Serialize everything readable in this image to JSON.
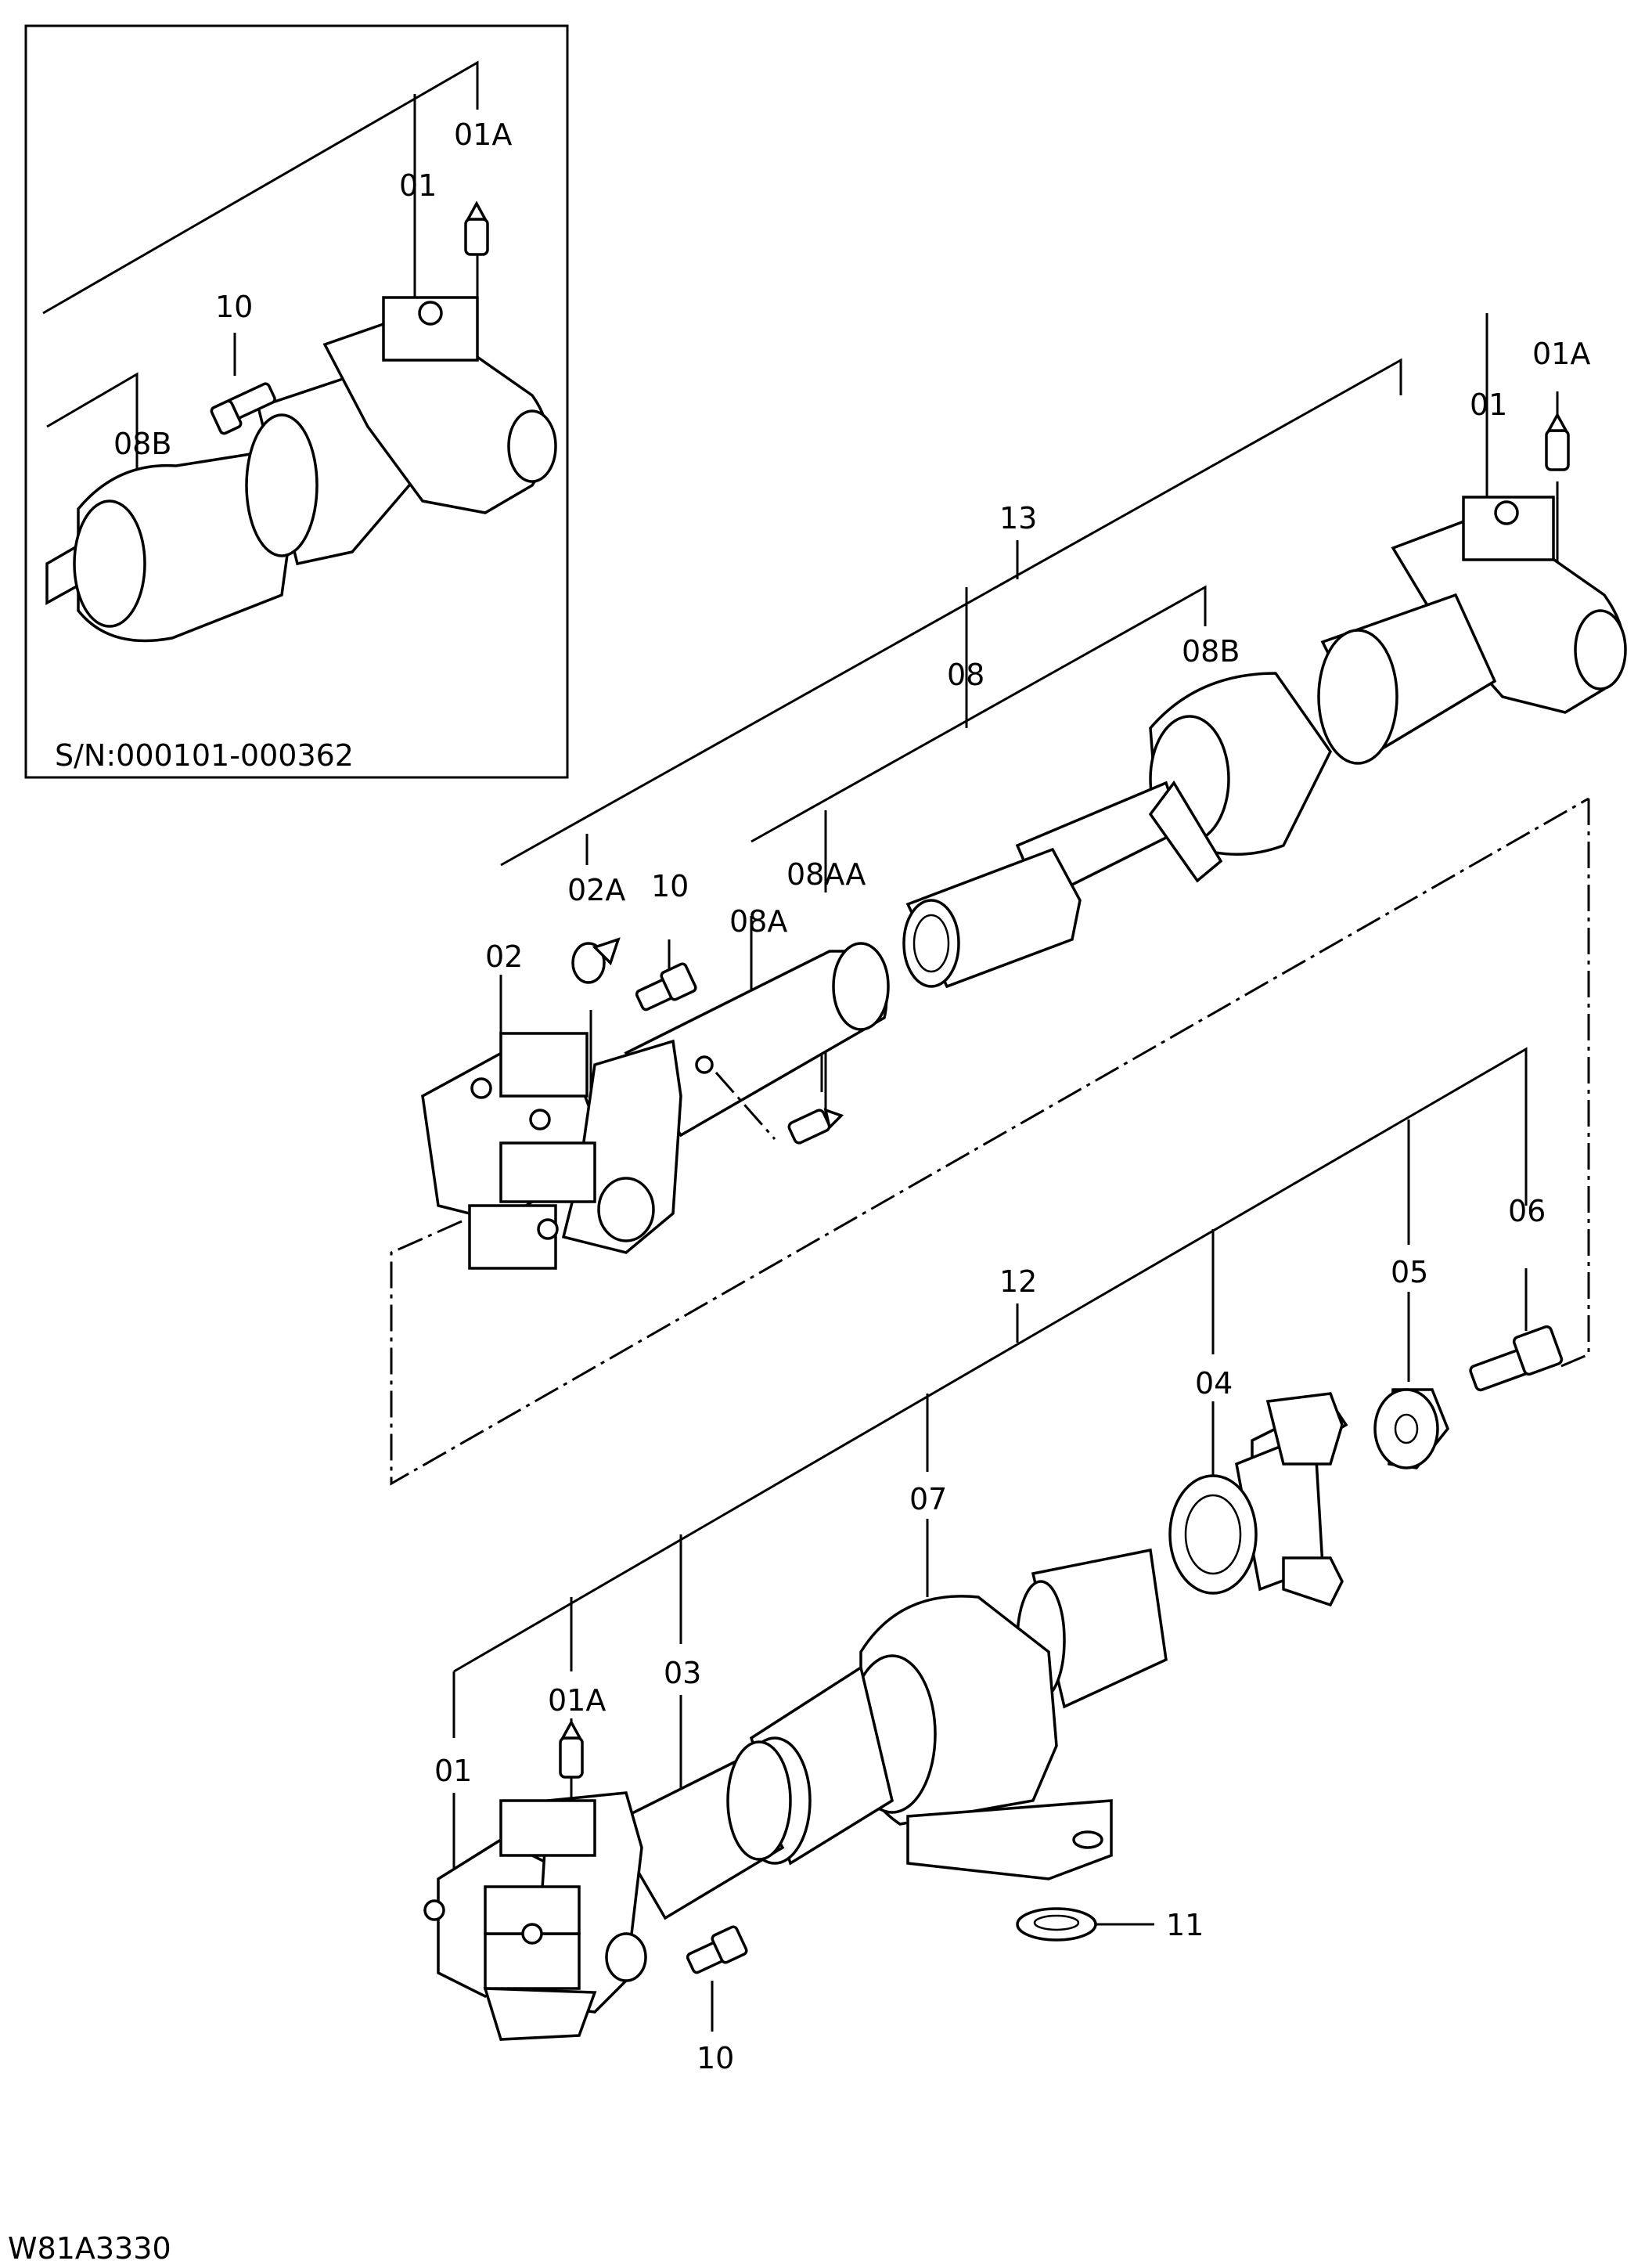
{
  "drawing_code": "W81A3330",
  "inset": {
    "serial_range": "S/N:000101-000362",
    "labels": {
      "p01a": "01A",
      "p01": "01",
      "p10": "10",
      "p08b": "08B"
    }
  },
  "labels": {
    "p13": "13",
    "p01a_top": "01A",
    "p01_top": "01",
    "p08": "08",
    "p08b": "08B",
    "p02a": "02A",
    "p10_top": "10",
    "p08a": "08A",
    "p08aa": "08AA",
    "p02": "02",
    "p06": "06",
    "p05": "05",
    "p12": "12",
    "p04": "04",
    "p07": "07",
    "p03": "03",
    "p01a_bottom": "01A",
    "p01_bottom": "01",
    "p11": "11",
    "p10_bottom": "10"
  }
}
